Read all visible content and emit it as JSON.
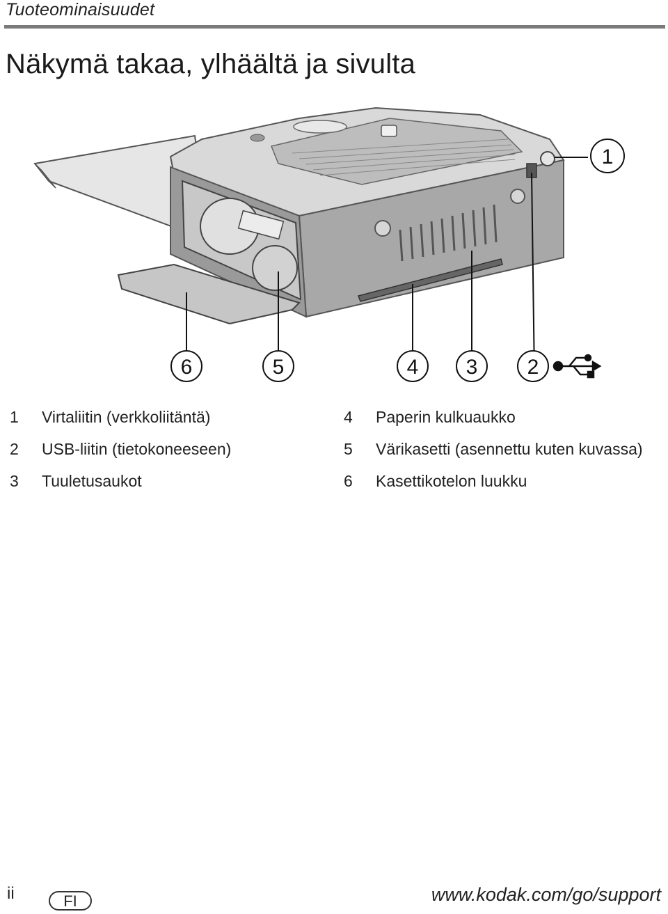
{
  "header": {
    "section_title": "Tuoteominaisuudet",
    "page_title": "Näkymä takaa, ylhäältä ja sivulta"
  },
  "callouts": {
    "c1": "1",
    "c2": "2",
    "c3": "3",
    "c4": "4",
    "c5": "5",
    "c6": "6",
    "usb_icon": "usb-symbol-icon"
  },
  "legend": [
    {
      "num": "1",
      "desc": "Virtaliitin (verkkoliitäntä)"
    },
    {
      "num": "2",
      "desc": "USB-liitin (tietokoneeseen)"
    },
    {
      "num": "3",
      "desc": "Tuuletusaukot"
    },
    {
      "num": "4",
      "desc": "Paperin kulkuaukko"
    },
    {
      "num": "5",
      "desc": "Värikasetti (asennettu kuten kuvassa)"
    },
    {
      "num": "6",
      "desc": "Kasettikotelon luukku"
    }
  ],
  "footer": {
    "page_number": "ii",
    "language": "FI",
    "url": "www.kodak.com/go/support"
  }
}
